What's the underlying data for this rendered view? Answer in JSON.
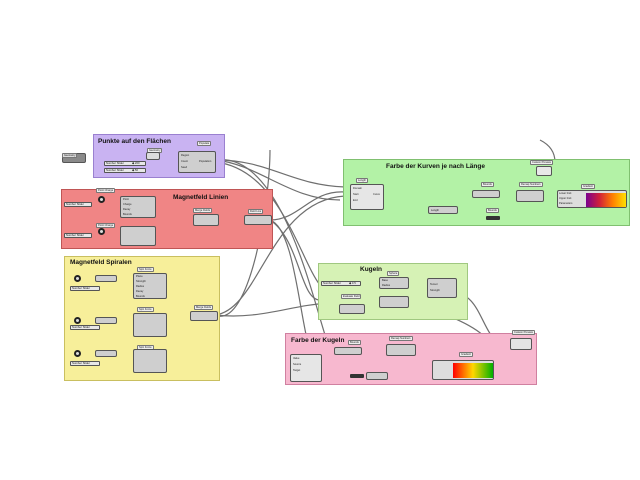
{
  "groups": {
    "points": {
      "title": "Punkte auf den Flächen",
      "color": "#c9b3f2"
    },
    "magnet_lines": {
      "title": "Magnetfeld Linien",
      "color": "#f08585"
    },
    "magnet_spirals": {
      "title": "Magnetfeld Spiralen",
      "color": "#f7ef9a"
    },
    "curve_color": {
      "title": "Farbe der Kurven je nach Länge",
      "color": "#b3f2a6"
    },
    "spheres": {
      "title": "Kugeln",
      "color": "#d6f2b5"
    },
    "sphere_color": {
      "title": "Farbe der Kugeln",
      "color": "#f7b8cf"
    }
  },
  "floating_node": {
    "label": "Geometry"
  },
  "points_group": {
    "header_tag": "Populate",
    "slider1": "Number Slider",
    "slider1_value": "◆ 200",
    "slider2": "Number Slider",
    "slider2_value": "◆ 50",
    "ports_in": [
      "Region",
      "Count",
      "Seed"
    ],
    "ports_out": [
      "Population"
    ],
    "top_tag": "Geometry"
  },
  "magnet_lines_group": {
    "point_charge_tag": "Point Charge",
    "ports": [
      "Point",
      "Charge",
      "Decay",
      "Bounds"
    ],
    "field_tag": "Merge Fields",
    "line_tag": "Field Line",
    "slider_label": "Number Slider"
  },
  "spirals_group": {
    "spin_tags": [
      "Spin Force",
      "Spin Force",
      "Spin Force"
    ],
    "ports": [
      "Plane",
      "Strength",
      "Radius",
      "Decay",
      "Bounds"
    ],
    "slider_label": "Number Slider",
    "merge_tag": "Merge Fields"
  },
  "curve_color_group": {
    "length_tag": "Length",
    "ports": [
      "Domain",
      "Start",
      "End"
    ],
    "out_ports": [
      "Curve",
      "Length"
    ],
    "bounds_tag": "Bounds",
    "gradient_tag": "Gradient",
    "gradient_ports": [
      "Lower limit",
      "Upper limit",
      "Parameters"
    ],
    "preview_tag": "Custom Preview",
    "preview_ports": [
      "Geometry",
      "Material"
    ]
  },
  "spheres_group": {
    "slider_label": "Number Slider",
    "slider_value": "◆ 0.5",
    "sphere_tag": "Sphere",
    "ports": [
      "Base",
      "Radius"
    ],
    "evaluate_tag": "Evaluate Field",
    "out_ports": [
      "Tensor",
      "Strength"
    ]
  },
  "sphere_color_group": {
    "bounds_tag": "Bounds",
    "remap_tag": "Remap Numbers",
    "gradient_tag": "Gradient",
    "ports": [
      "Value",
      "Source",
      "Target"
    ],
    "preview_tag": "Custom Preview"
  },
  "colors": {
    "wire": "#6f6f6f",
    "gradient_curve": [
      "#7a0090",
      "#d0203a",
      "#ff8000",
      "#ffe000"
    ],
    "gradient_sphere": [
      "#ff0000",
      "#ffd700",
      "#00b000"
    ]
  }
}
